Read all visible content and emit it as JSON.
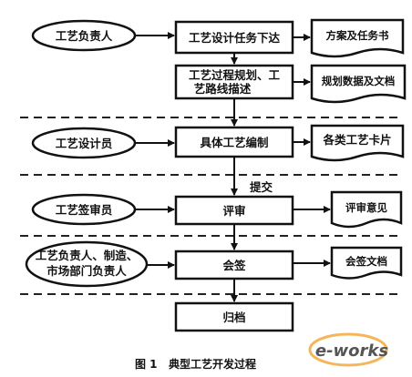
{
  "actors": {
    "lead": "工艺负责人",
    "designer": "工艺设计员",
    "reviewer": "工艺签审员",
    "signers_line1": "工艺负责人、制造、",
    "signers_line2": "市场部门负责人"
  },
  "steps": {
    "task_issue": "工艺设计任务下达",
    "planning_line1": "工艺过程规划、工",
    "planning_line2": "艺路线描述",
    "detailed": "具体工艺编制",
    "review": "评审",
    "countersign": "会签",
    "archive": "归档"
  },
  "documents": {
    "plan": "方案及任务书",
    "planning_data": "规划数据及文档",
    "process_cards": "各类工艺卡片",
    "review_opinion": "评审意见",
    "countersign_doc": "会签文档"
  },
  "labels": {
    "submit": "提交"
  },
  "caption": {
    "figure_no": "图 1",
    "title": "典型工艺开发过程"
  },
  "watermark": {
    "text": "e-works"
  }
}
